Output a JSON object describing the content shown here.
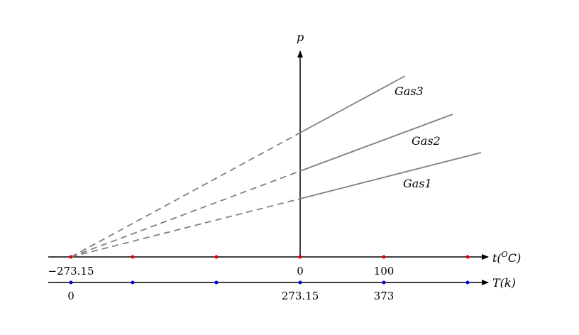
{
  "diagram": {
    "vertical_axis_label": "p",
    "celsius_axis_label": "t(",
    "celsius_axis_label_sup": "O",
    "celsius_axis_label_end": "C)",
    "kelvin_axis_label": "T(k)",
    "celsius_ticks": {
      "absolute_zero": "−273.15",
      "zero": "0",
      "hundred": "100"
    },
    "kelvin_ticks": {
      "zero": "0",
      "freezing": "273.15",
      "boiling": "373"
    },
    "gases": [
      {
        "name": "Gas3"
      },
      {
        "name": "Gas2"
      },
      {
        "name": "Gas1"
      }
    ],
    "colors": {
      "celsius_dots": "#e00000",
      "kelvin_dots": "#0000e0",
      "gas_lines": "#808080",
      "axes": "#000000"
    }
  }
}
